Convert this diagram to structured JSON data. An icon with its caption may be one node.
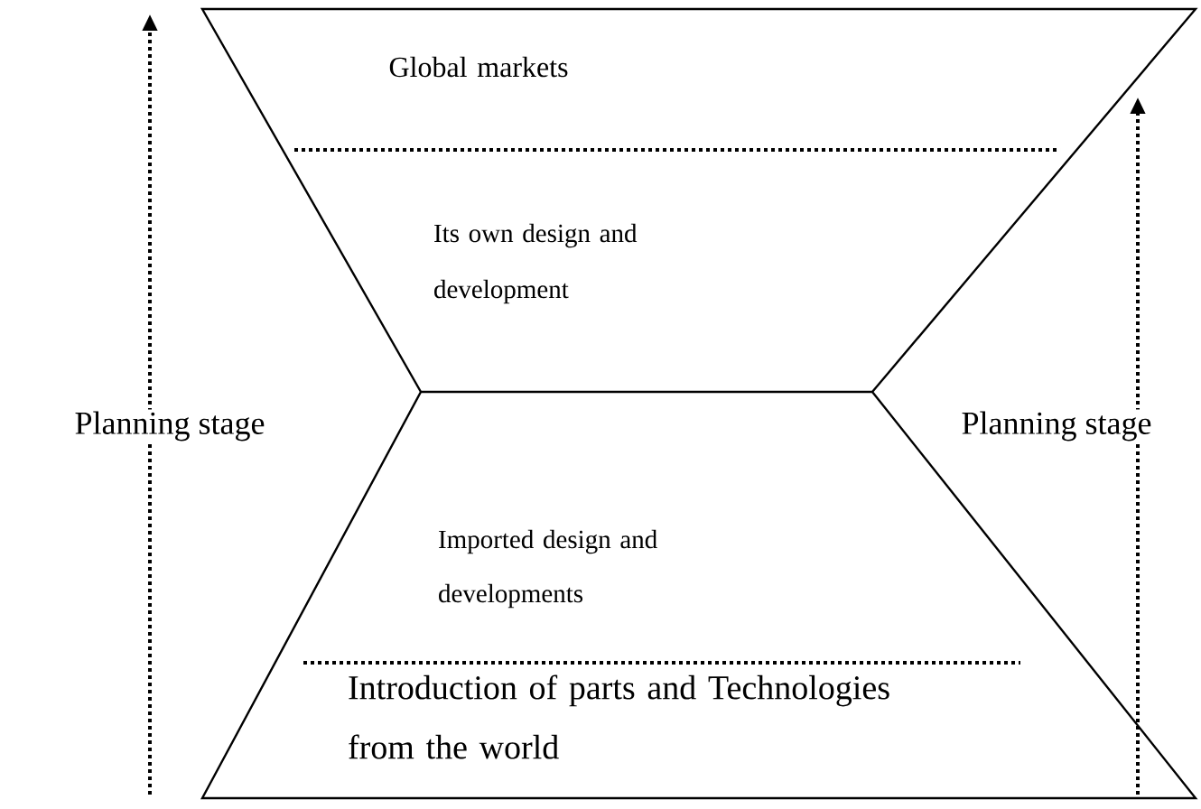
{
  "diagram": {
    "nodes": [
      {
        "text": [
          "Global markets"
        ]
      },
      {
        "text": [
          "Its own design and development"
        ]
      },
      {
        "text": [
          "Imported design and developments"
        ]
      },
      {
        "text": [
          "Introduction of parts and Technologies from the world"
        ]
      }
    ],
    "labels": [
      "Planning stage",
      "Planning stage"
    ]
  }
}
